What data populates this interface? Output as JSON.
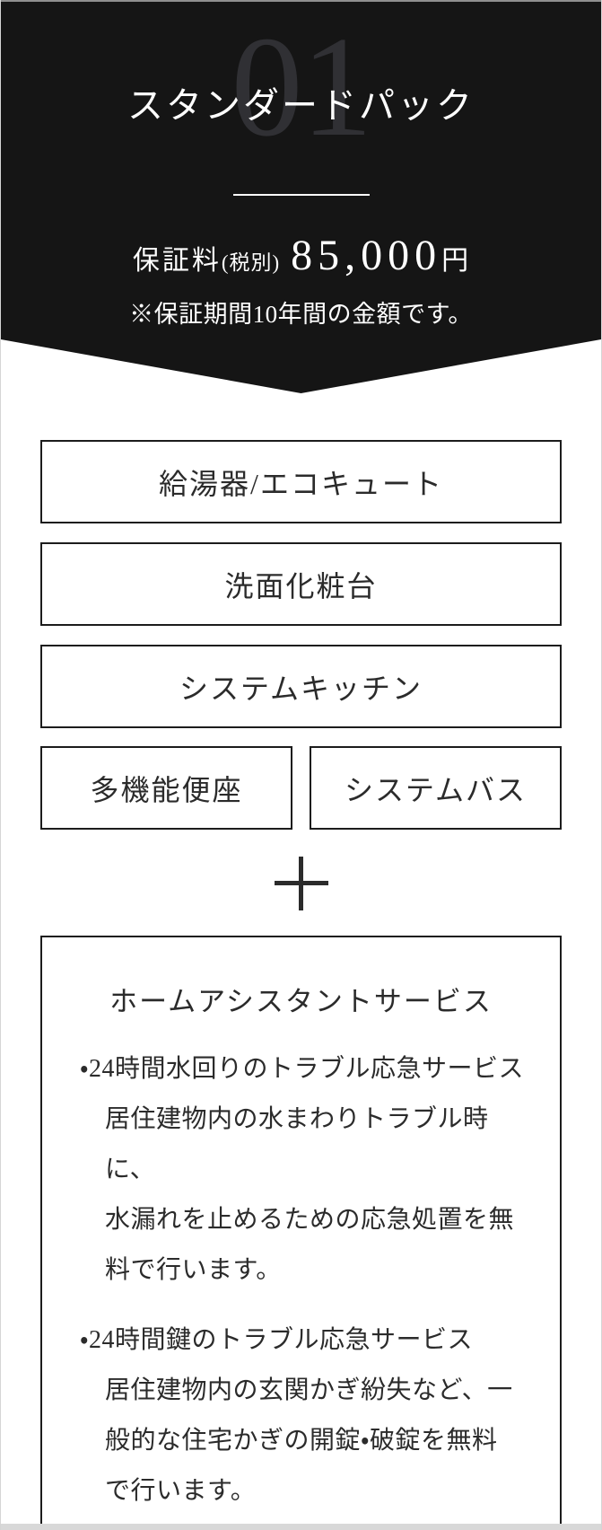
{
  "header": {
    "pack_number": "01",
    "title": "スタンダードパック",
    "price_label": "保証料",
    "price_tax_note": "(税別)",
    "price_amount": "85,000",
    "price_unit": "円",
    "note": "※保証期間10年間の金額です。"
  },
  "items": [
    {
      "label": "給湯器/エコキュート"
    },
    {
      "label": "洗面化粧台"
    },
    {
      "label": "システムキッチン"
    },
    {
      "label": "多機能便座"
    },
    {
      "label": "システムバス"
    }
  ],
  "plus_symbol": "＋",
  "service": {
    "title": "ホームアシスタントサービス",
    "bullets": [
      {
        "lines": [
          "・24時間水回りのトラブル応急サービス",
          "居住建物内の水まわりトラブル時に、",
          "水漏れを止めるための応急処置を無",
          "料で行います。"
        ]
      },
      {
        "lines": [
          "・24時間鍵のトラブル応急サービス",
          "居住建物内の玄関かぎ紛失など、一",
          "般的な住宅かぎの開錠・破錠を無料",
          "で行います。"
        ]
      }
    ]
  },
  "colors": {
    "header-bg": "#151515",
    "watermark": "#303034",
    "white": "#ffffff",
    "ink": "#2b2b2b",
    "border": "#1c1c1c",
    "top-line": "#8f8f8f",
    "bottom-strip": "#d8d8d8",
    "edge-line": "#d5d5d5"
  }
}
